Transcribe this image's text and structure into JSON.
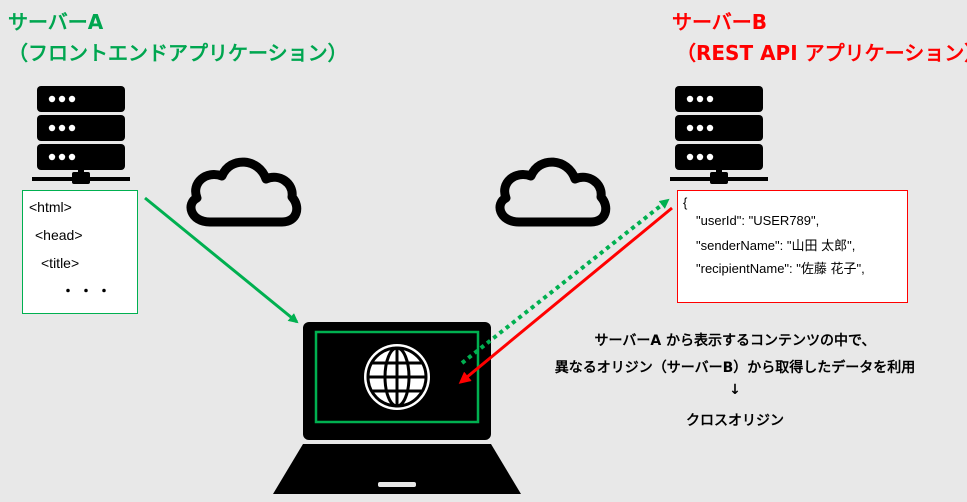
{
  "server_a": {
    "title": "サーバーA",
    "subtitle": "（フロントエンドアプリケーション）",
    "code_lines": [
      "<html>",
      "<head>",
      "<title>",
      "・・・"
    ]
  },
  "server_b": {
    "title": "サーバーB",
    "subtitle": "（REST API アプリケーション）",
    "code_lines": [
      "{",
      "\"userId\": \"USER789\",",
      "\"senderName\": \"山田 太郎\",",
      "\"recipientName\": \"佐藤 花子\","
    ]
  },
  "description": {
    "line1": "サーバーA から表示するコンテンツの中で、",
    "line2": "異なるオリジン（サーバーB）から取得したデータを利用",
    "arrow": "↓",
    "line3": "クロスオリジン"
  },
  "colors": {
    "server_a_accent": "#00a650",
    "server_b_accent": "#ff0000",
    "background": "#e8e8e8",
    "icon": "#000000"
  },
  "icons": [
    "server-icon",
    "cloud-icon",
    "laptop-icon",
    "globe-icon"
  ]
}
